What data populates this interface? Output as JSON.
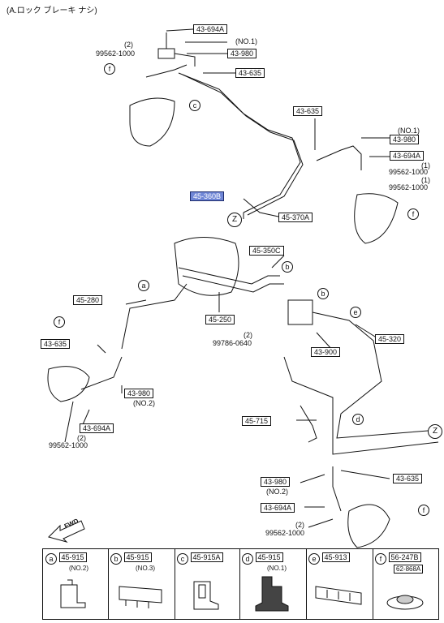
{
  "header": {
    "title": "(A.ロック ブレーキ ナシ)"
  },
  "callouts": {
    "c1": "43-694A",
    "c2": "(2)",
    "c3": "99562-1000",
    "c4": "(NO.1)",
    "c5": "43-980",
    "c6": "43-635",
    "c7": "43-635",
    "c8": "(NO.1)",
    "c9": "43-980",
    "c10": "43-694A",
    "c11": "(1)",
    "c12": "99562-1000",
    "c13": "(1)",
    "c14": "99562-1000",
    "c15": "45-360B",
    "c16": "45-370A",
    "c17": "45-350C",
    "c18": "45-280",
    "c19": "45-250",
    "c20": "45-320",
    "c21": "(2)",
    "c22": "99786-0640",
    "c23": "43-900",
    "c24": "43-635",
    "c25": "43-980",
    "c26": "(NO.2)",
    "c27": "43-694A",
    "c28": "(2)",
    "c29": "99562-1000",
    "c30": "45-715",
    "c31": "43-980",
    "c32": "(NO.2)",
    "c33": "43-635",
    "c34": "43-694A",
    "c35": "(2)",
    "c36": "99562-1000"
  },
  "markers": {
    "a": "a",
    "b": "b",
    "c": "c",
    "d": "d",
    "e": "e",
    "f": "f",
    "z": "Z"
  },
  "fwd": "FWD",
  "legend": [
    {
      "key": "a",
      "part": "45-915",
      "note": "(NO.2)"
    },
    {
      "key": "b",
      "part": "45-915",
      "note": "(NO.3)"
    },
    {
      "key": "c",
      "part": "45-915A",
      "note": ""
    },
    {
      "key": "d",
      "part": "45-915",
      "note": "(NO.1)"
    },
    {
      "key": "e",
      "part": "45-913",
      "note": ""
    },
    {
      "key": "f",
      "part": "56-247B",
      "note": "62-868A"
    }
  ]
}
